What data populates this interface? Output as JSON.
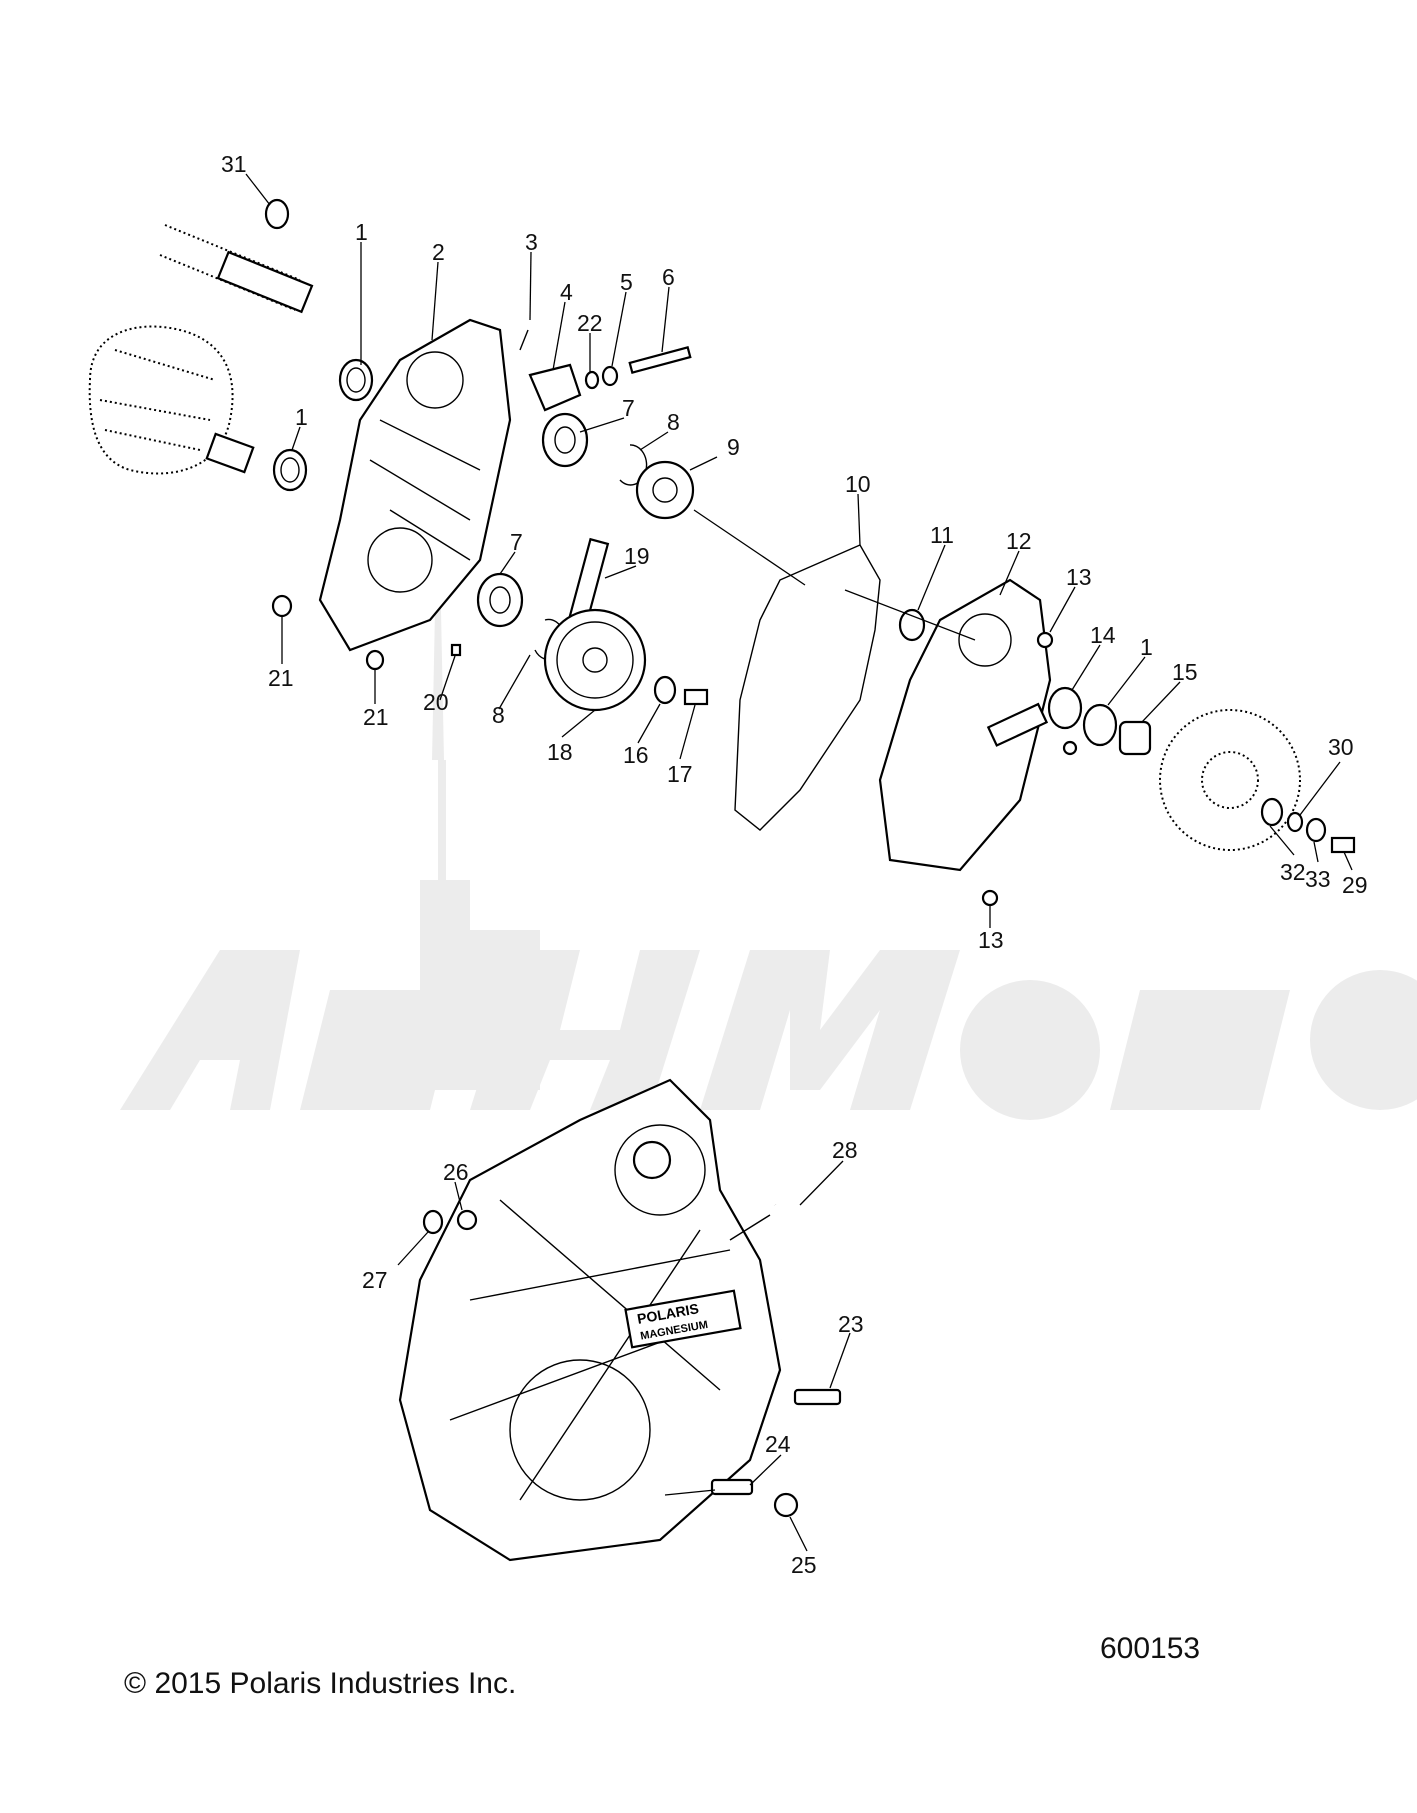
{
  "callouts": {
    "c31": "31",
    "c1a": "1",
    "c2": "2",
    "c3": "3",
    "c4": "4",
    "c22": "22",
    "c5": "5",
    "c6": "6",
    "c1b": "1",
    "c7a": "7",
    "c8a": "8",
    "c9": "9",
    "c10": "10",
    "c7b": "7",
    "c19": "19",
    "c21a": "21",
    "c21b": "21",
    "c20": "20",
    "c8b": "8",
    "c18": "18",
    "c16": "16",
    "c17": "17",
    "c11": "11",
    "c12": "12",
    "c13a": "13",
    "c14": "14",
    "c1c": "1",
    "c15": "15",
    "c30": "30",
    "c32": "32",
    "c33": "33",
    "c29": "29",
    "c13b": "13",
    "c28": "28",
    "c26": "26",
    "c27": "27",
    "c23": "23",
    "c24": "24",
    "c25": "25"
  },
  "cover_badge": {
    "brand": "POLARIS",
    "material": "MAGNESIUM"
  },
  "footer": {
    "copyright": "© 2015 Polaris Industries Inc.",
    "diagram_number": "600153"
  },
  "colors": {
    "ink": "#000000",
    "watermark": "#e6e6e6",
    "background": "#ffffff"
  }
}
